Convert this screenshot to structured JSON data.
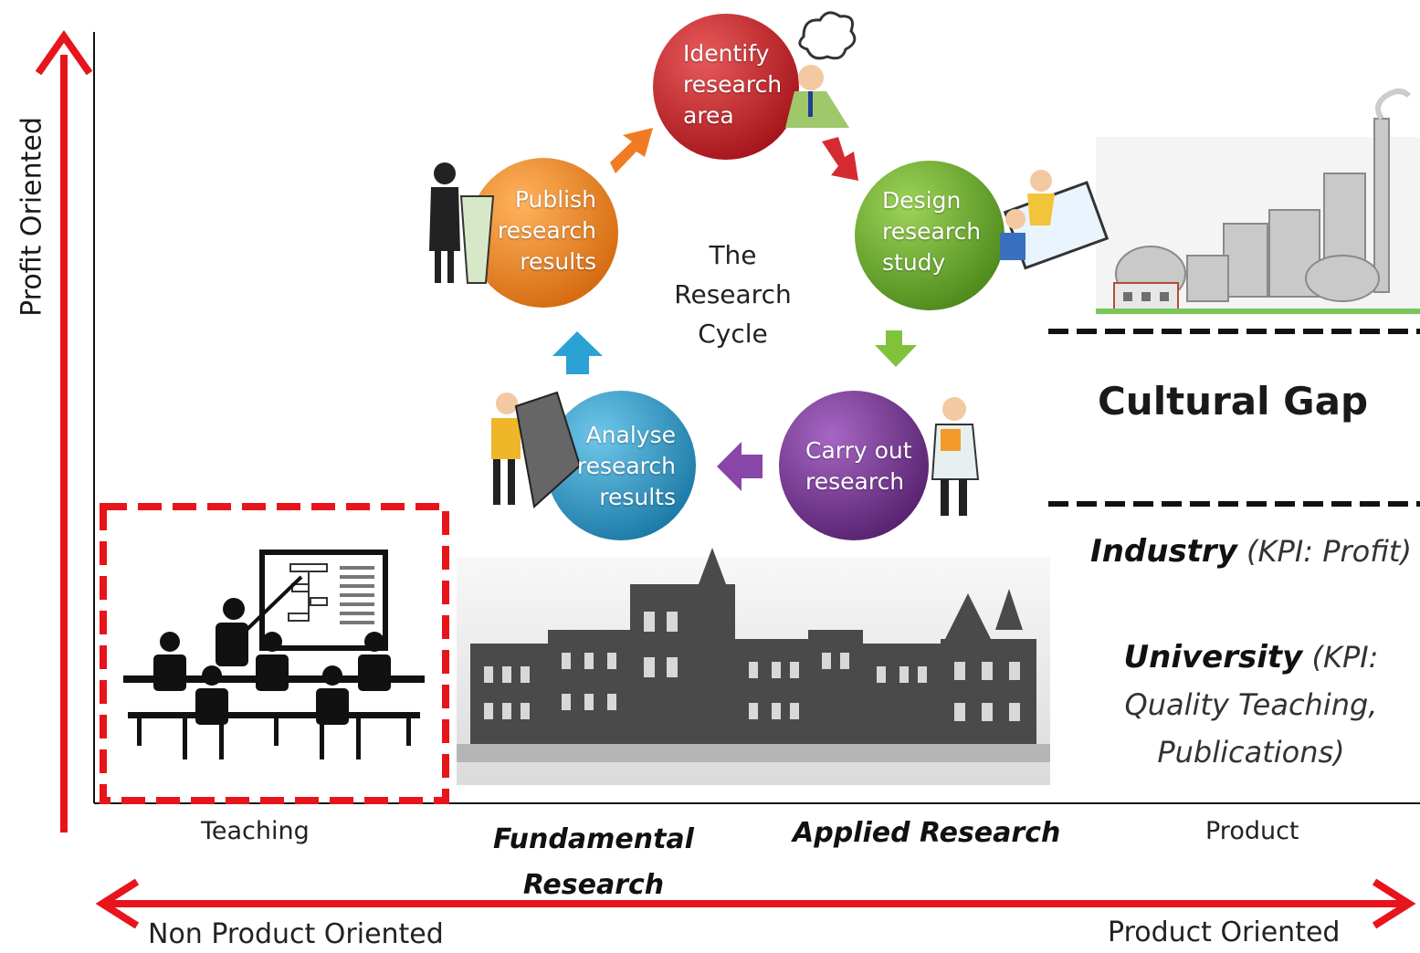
{
  "y_axis": {
    "label": "Profit Oriented"
  },
  "x_axis": {
    "left_label": "Non Product Oriented",
    "right_label": "Product Oriented"
  },
  "categories": {
    "teaching": "Teaching",
    "fundamental": "Fundamental Research",
    "applied": "Applied Research",
    "product": "Product"
  },
  "cycle": {
    "title": "The Research Cycle",
    "steps": [
      {
        "label": "Identify research area",
        "color": "#c8252c"
      },
      {
        "label": "Design research study",
        "color": "#6aa62b"
      },
      {
        "label": "Carry out research",
        "color": "#7a3a98"
      },
      {
        "label": "Analyse research results",
        "color": "#2d97c4"
      },
      {
        "label": "Publish research results",
        "color": "#ef8524"
      }
    ]
  },
  "gap": {
    "title": "Cultural Gap",
    "industry_name": "Industry",
    "industry_kpi": "(KPI: Profit)",
    "university_name": "University",
    "university_kpi": "(KPI: Quality Teaching, Publications)"
  },
  "colors": {
    "axis_red": "#e8141c",
    "box_red": "#e8141c"
  }
}
